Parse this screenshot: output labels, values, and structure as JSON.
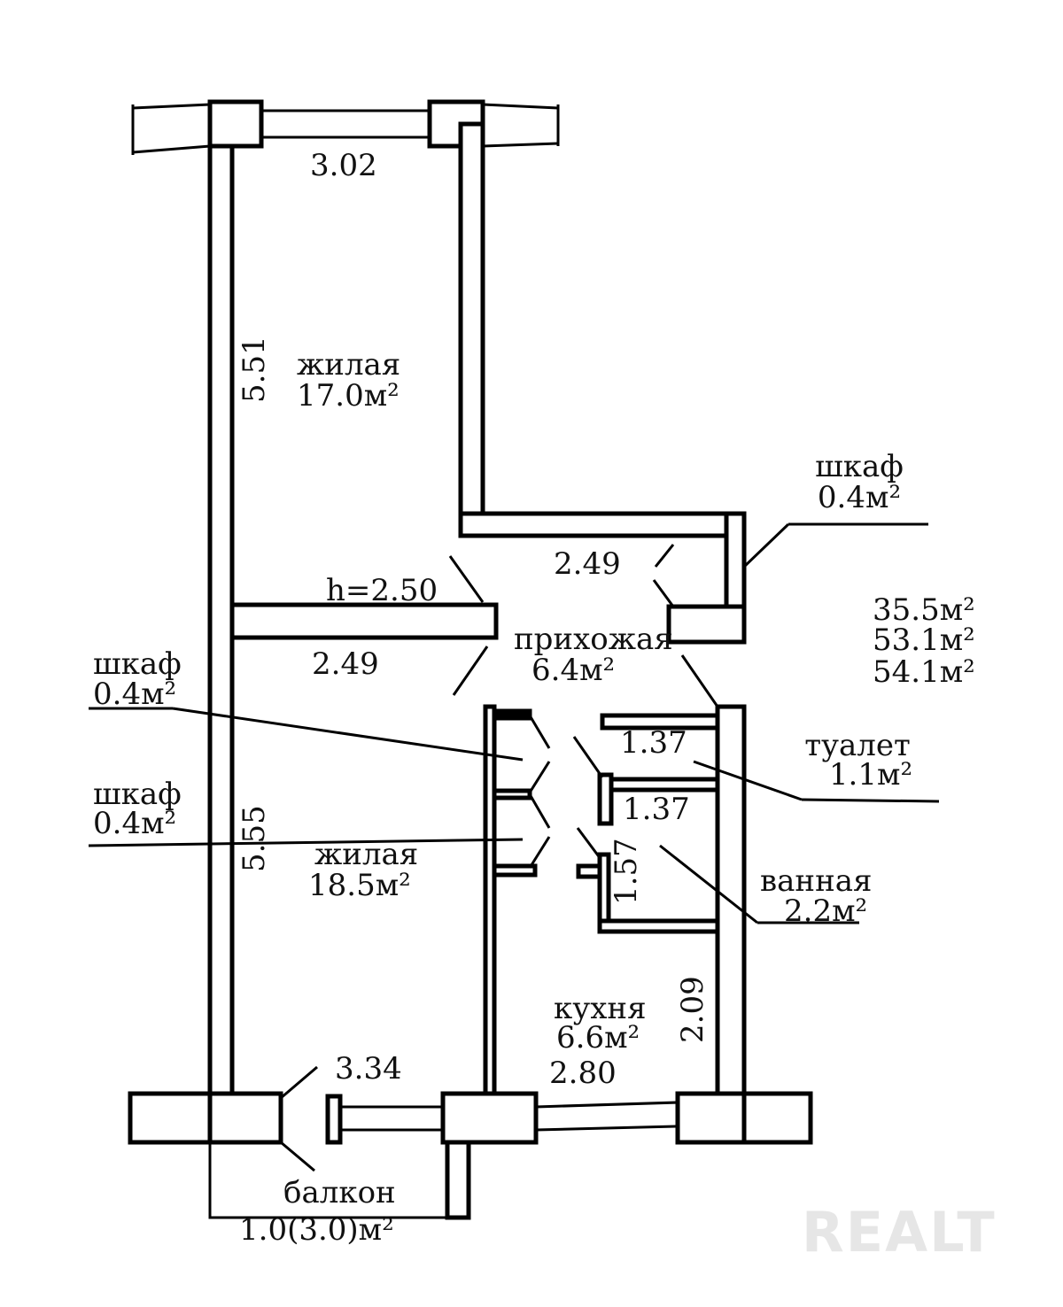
{
  "rooms": {
    "living1": {
      "name": "жилая",
      "area": "17.0м²"
    },
    "living2": {
      "name": "жилая",
      "area": "18.5м²"
    },
    "hall": {
      "name": "прихожая",
      "area": "6.4м²"
    },
    "closet_top": {
      "name": "шкаф",
      "area": "0.4м²"
    },
    "closet_left1": {
      "name": "шкаф",
      "area": "0.4м²"
    },
    "closet_left2": {
      "name": "шкаф",
      "area": "0.4м²"
    },
    "toilet": {
      "name": "туалет",
      "area": "1.1м²"
    },
    "bath": {
      "name": "ванная",
      "area": "2.2м²"
    },
    "kitchen": {
      "name": "кухня",
      "area": "6.6м²"
    },
    "balcony": {
      "name": "балкон",
      "area": "1.0(3.0)м²"
    }
  },
  "dimensions": {
    "top_width": "3.02",
    "living1_length": "5.51",
    "ceiling_height": "h=2.50",
    "living1_width": "2.49",
    "living2_width": "2.49",
    "living2_length": "5.55",
    "toilet_width": "1.37",
    "bath_width": "1.37",
    "bath_length": "1.57",
    "kitchen_length": "2.09",
    "living2_bottom": "3.34",
    "kitchen_width": "2.80"
  },
  "totals": [
    "35.5м²",
    "53.1м²",
    "54.1м²"
  ],
  "watermark": "REALT"
}
